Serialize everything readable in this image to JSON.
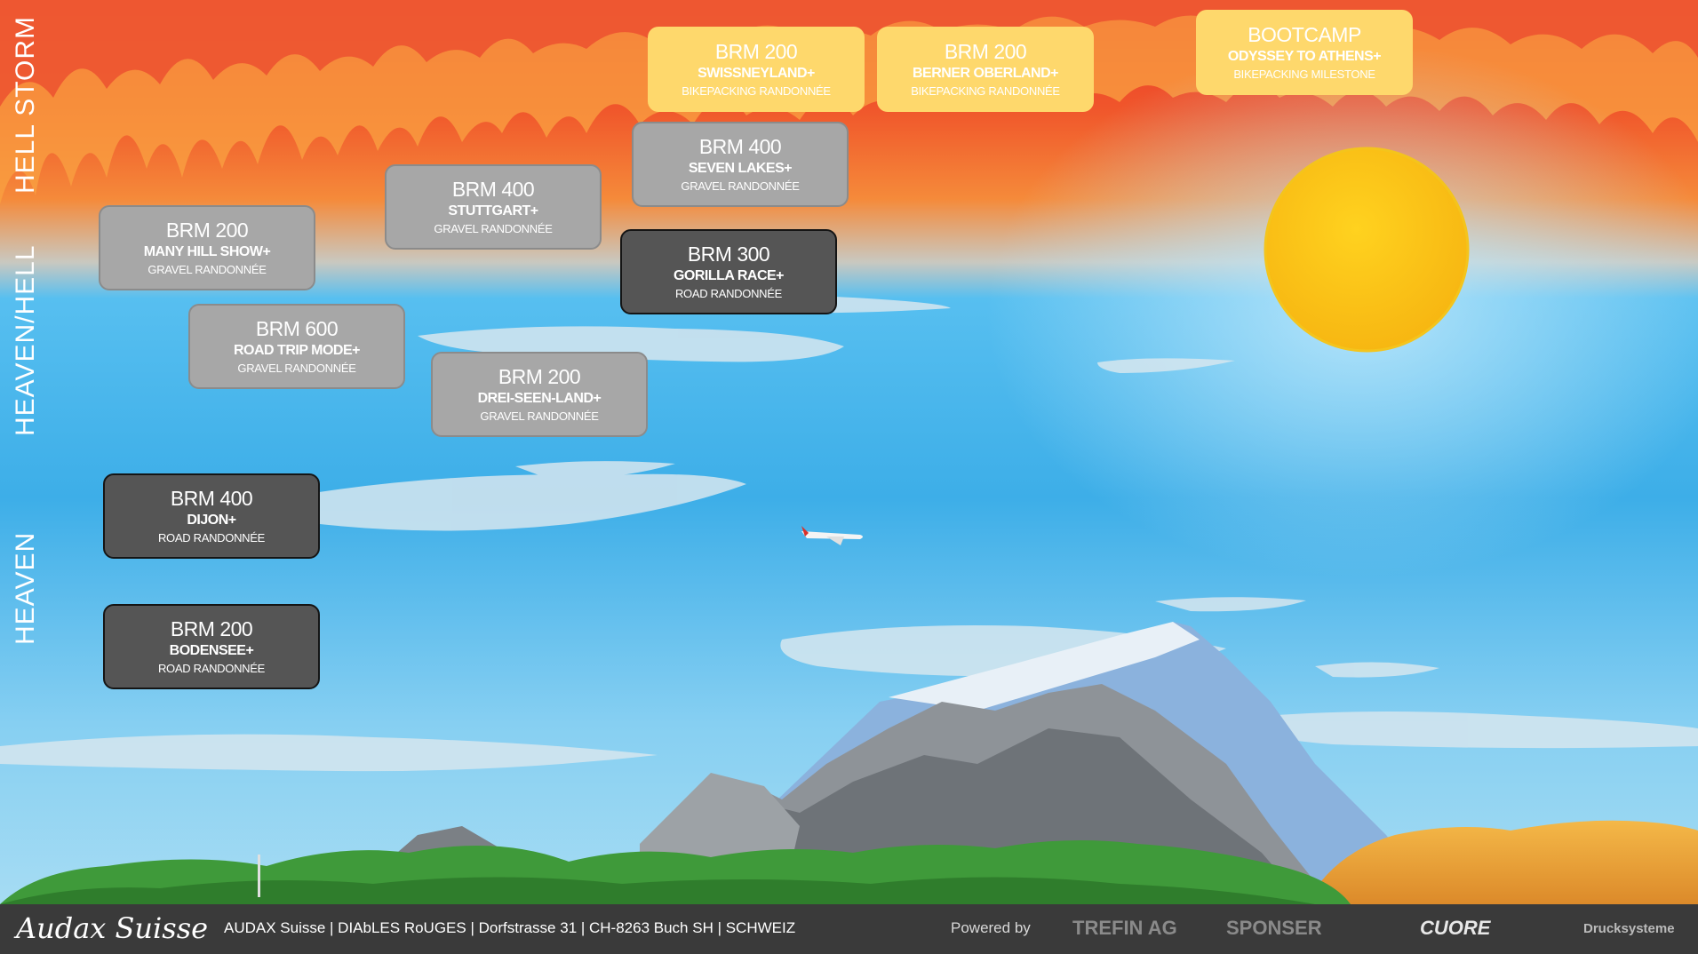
{
  "side_labels": {
    "hell_storm": "HELL STORM",
    "heaven_hell": "HEAVEN/HELL",
    "heaven": "HEAVEN"
  },
  "cards": [
    {
      "id": "brm200-swissneyland",
      "title": "BRM 200",
      "name": "SWISSNEYLAND+",
      "type": "BIKEPACKING RANDONNÉE",
      "style": "bike"
    },
    {
      "id": "brm200-berner-oberland",
      "title": "BRM 200",
      "name": "BERNER OBERLAND+",
      "type": "BIKEPACKING RANDONNÉE",
      "style": "bike"
    },
    {
      "id": "bootcamp-odyssey",
      "title": "BOOTCAMP",
      "name": "ODYSSEY TO ATHENS+",
      "type": "BIKEPACKING MILESTONE",
      "style": "bike"
    },
    {
      "id": "brm400-seven-lakes",
      "title": "BRM 400",
      "name": "SEVEN LAKES+",
      "type": "GRAVEL RANDONNÉE",
      "style": "gravel"
    },
    {
      "id": "brm400-stuttgart",
      "title": "BRM 400",
      "name": "STUTTGART+",
      "type": "GRAVEL RANDONNÉE",
      "style": "gravel"
    },
    {
      "id": "brm200-many-hill-show",
      "title": "BRM 200",
      "name": "MANY HILL SHOW+",
      "type": "GRAVEL RANDONNÉE",
      "style": "gravel"
    },
    {
      "id": "brm300-gorilla-race",
      "title": "BRM 300",
      "name": "GORILLA RACE+",
      "type": "ROAD RANDONNÉE",
      "style": "road"
    },
    {
      "id": "brm600-road-trip-mode",
      "title": "BRM 600",
      "name": "ROAD TRIP MODE+",
      "type": "GRAVEL RANDONNÉE",
      "style": "gravel"
    },
    {
      "id": "brm200-drei-seen-land",
      "title": "BRM 200",
      "name": "DREI-SEEN-LAND+",
      "type": "GRAVEL RANDONNÉE",
      "style": "gravel"
    },
    {
      "id": "brm400-dijon",
      "title": "BRM 400",
      "name": "DIJON+",
      "type": "ROAD RANDONNÉE",
      "style": "road"
    },
    {
      "id": "brm200-bodensee",
      "title": "BRM 200",
      "name": "BODENSEE+",
      "type": "ROAD RANDONNÉE",
      "style": "road"
    }
  ],
  "footer": {
    "logo": "Audax Suisse",
    "address": "AUDAX Suisse | DIAbLES RoUGES | Dorfstrasse 31 | CH-8263 Buch SH | SCHWEIZ",
    "powered_by": "Powered by",
    "sponsors": [
      "TREFIN AG",
      "SPONSER",
      "CUORE",
      "Drucksysteme"
    ]
  },
  "colors": {
    "fire_top": "#e8322a",
    "fire_mid": "#f27b2c",
    "sky": "#4fb6ea",
    "sun": "#fcc51a",
    "gravel_card": "#a7a7a7",
    "road_card": "#555555",
    "bikepacking_card": "#fed86c",
    "footer": "#3a3a3a"
  }
}
